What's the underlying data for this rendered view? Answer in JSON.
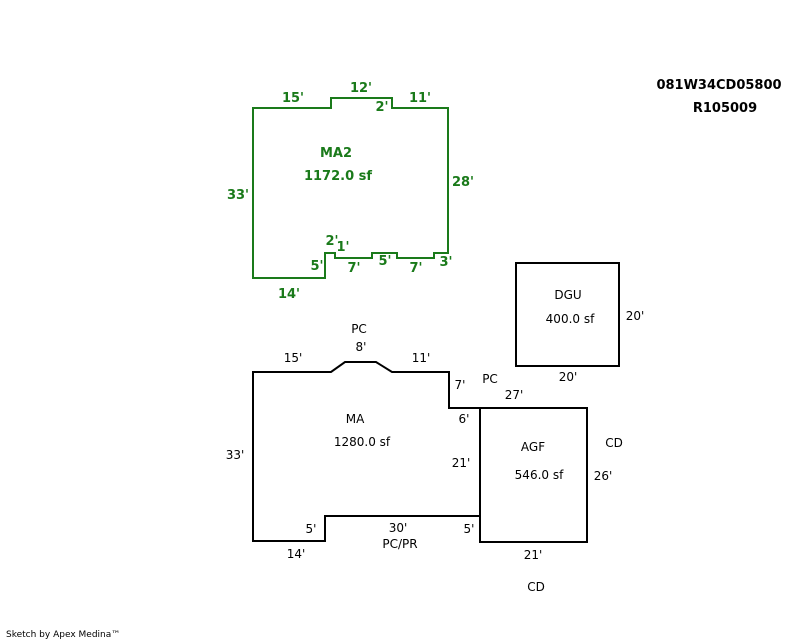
{
  "header": {
    "parcel_id": "081W34CD05800",
    "account_id": "R105009"
  },
  "footer": {
    "credit": "Sketch by Apex Medina™"
  },
  "colors": {
    "upper_lines": "#1a7a1a",
    "lower_lines": "#000000"
  },
  "ma2": {
    "name": "MA2",
    "area": "1172.0 sf",
    "dims": {
      "top_left": "15'",
      "top_mid": "12'",
      "step_2": "2'",
      "top_right": "11'",
      "right": "28'",
      "left": "33'",
      "bottom": "14'",
      "n5": "5'",
      "n2": "2'",
      "n1": "1'",
      "n7a": "7'",
      "n5b": "5'",
      "n7b": "7'",
      "n3": "3'"
    }
  },
  "ma": {
    "name": "MA",
    "area": "1280.0 sf",
    "dims": {
      "top_left": "15'",
      "top_mid": "8'",
      "top_right": "11'",
      "right_upper": "7'",
      "right_step": "6'",
      "right_lower": "21'",
      "left": "33'",
      "bottom_left": "14'",
      "bottom_step_left": "5'",
      "bottom_mid": "30'",
      "bottom_step_right": "5'"
    },
    "labels": {
      "pc_top": "PC",
      "pc_side": "PC",
      "pc_pr": "PC/PR"
    }
  },
  "dgu": {
    "name": "DGU",
    "area": "400.0 sf",
    "dims": {
      "right": "20'",
      "bottom": "20'"
    }
  },
  "agf": {
    "name": "AGF",
    "area": "546.0 sf",
    "dims": {
      "top": "27'",
      "right": "26'",
      "bottom": "21'"
    },
    "labels": {
      "cd_right": "CD",
      "cd_bottom": "CD"
    }
  }
}
